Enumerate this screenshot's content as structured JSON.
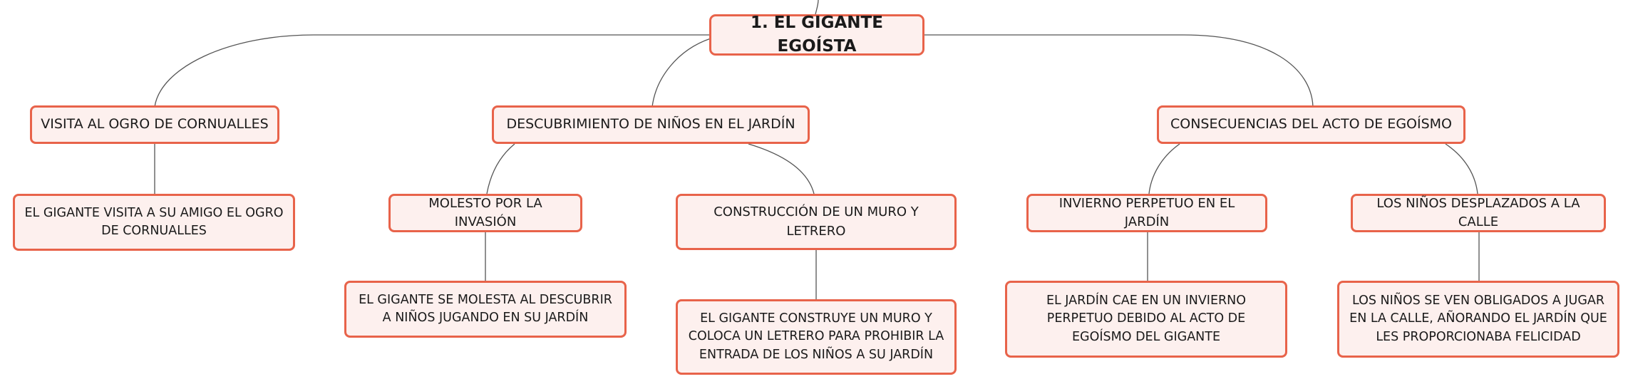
{
  "map": {
    "root": {
      "label": "1. EL GIGANTE EGOÍSTA"
    },
    "topics": [
      {
        "label": "VISITA AL OGRO DE CORNUALLES",
        "children": [
          {
            "label": "EL GIGANTE VISITA A SU AMIGO EL OGRO DE CORNUALLES",
            "children": []
          }
        ]
      },
      {
        "label": "DESCUBRIMIENTO DE NIÑOS EN EL JARDÍN",
        "children": [
          {
            "label": "MOLESTO POR LA INVASIÓN",
            "children": [
              {
                "label": "EL GIGANTE SE MOLESTA AL DESCUBRIR A NIÑOS JUGANDO EN SU JARDÍN"
              }
            ]
          },
          {
            "label": "CONSTRUCCIÓN DE UN MURO Y LETRERO",
            "children": [
              {
                "label": "EL GIGANTE CONSTRUYE UN MURO Y COLOCA UN LETRERO PARA PROHIBIR LA ENTRADA DE LOS NIÑOS A SU JARDÍN"
              }
            ]
          }
        ]
      },
      {
        "label": "CONSECUENCIAS DEL ACTO DE EGOÍSMO",
        "children": [
          {
            "label": "INVIERNO PERPETUO EN EL JARDÍN",
            "children": [
              {
                "label": "EL JARDÍN CAE EN UN INVIERNO PERPETUO DEBIDO AL ACTO DE EGOÍSMO DEL GIGANTE"
              }
            ]
          },
          {
            "label": "LOS NIÑOS DESPLAZADOS A LA CALLE",
            "children": [
              {
                "label": "LOS NIÑOS SE VEN OBLIGADOS A JUGAR EN LA CALLE, AÑORANDO EL JARDÍN QUE LES PROPORCIONABA FELICIDAD"
              }
            ]
          }
        ]
      }
    ]
  },
  "colors": {
    "node_border": "#e8634a",
    "node_fill": "#fdf0ee",
    "connector": "#555555",
    "text": "#1a1a1a"
  }
}
